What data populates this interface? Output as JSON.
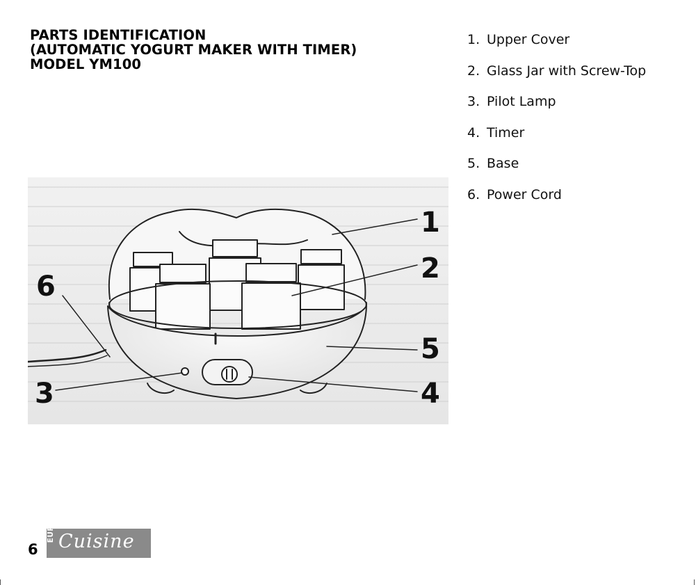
{
  "header": {
    "title_line1": "PARTS IDENTIFICATION",
    "title_line2": "(AUTOMATIC YOGURT MAKER WITH TIMER)",
    "title_line3": "MODEL YM100"
  },
  "parts": [
    {
      "number": "1.",
      "name": "Upper Cover"
    },
    {
      "number": "2.",
      "name": "Glass Jar with Screw-Top"
    },
    {
      "number": "3.",
      "name": "Pilot Lamp"
    },
    {
      "number": "4.",
      "name": "Timer"
    },
    {
      "number": "5.",
      "name": "Base"
    },
    {
      "number": "6.",
      "name": "Power Cord"
    }
  ],
  "diagram": {
    "callouts": [
      "1",
      "2",
      "3",
      "4",
      "5",
      "6"
    ]
  },
  "footer": {
    "page_number": "6",
    "logo_prefix": "EURO",
    "logo_name": "Cuisine"
  },
  "colors": {
    "logo_background": "#8a8a8a",
    "text": "#111111",
    "photo_background": "#ededed"
  }
}
